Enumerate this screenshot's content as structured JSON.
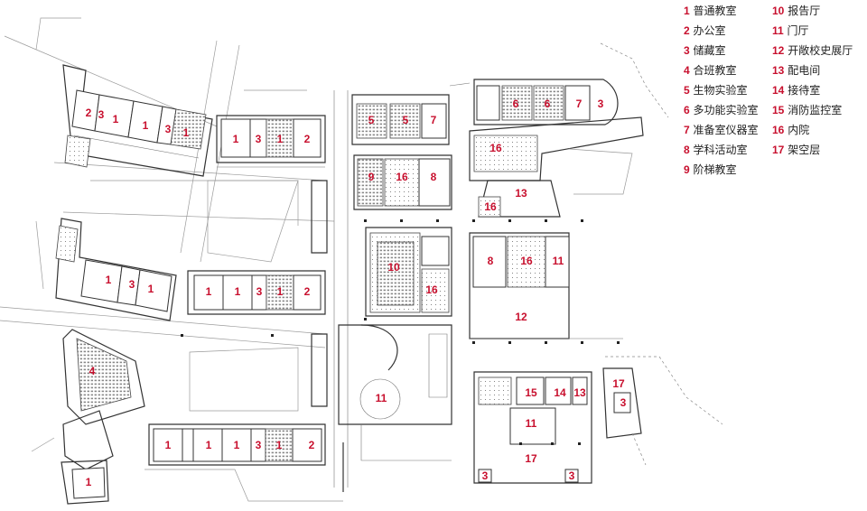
{
  "legend": [
    {
      "num": "1",
      "text": "普通教室"
    },
    {
      "num": "2",
      "text": "办公室"
    },
    {
      "num": "3",
      "text": "储藏室"
    },
    {
      "num": "4",
      "text": "合班教室"
    },
    {
      "num": "5",
      "text": "生物实验室"
    },
    {
      "num": "6",
      "text": "多功能实验室"
    },
    {
      "num": "7",
      "text": "准备室仪器室"
    },
    {
      "num": "8",
      "text": "学科活动室"
    },
    {
      "num": "9",
      "text": "阶梯教室"
    },
    {
      "num": "10",
      "text": "报告厅"
    },
    {
      "num": "11",
      "text": "门厅"
    },
    {
      "num": "12",
      "text": "开敞校史展厅"
    },
    {
      "num": "13",
      "text": "配电间"
    },
    {
      "num": "14",
      "text": "接待室"
    },
    {
      "num": "15",
      "text": "消防监控室"
    },
    {
      "num": "16",
      "text": "内院"
    },
    {
      "num": "17",
      "text": "架空层"
    }
  ],
  "colors": {
    "label": "#c8102e",
    "wall": "#333333",
    "background": "#ffffff"
  },
  "plan_labels": {
    "w1_2": "2",
    "w1_3": "3",
    "w1_1a": "1",
    "w1_1b": "1",
    "w1_3b": "3",
    "w1_1c": "1",
    "r1_1a": "1",
    "r1_3": "3",
    "r1_1b": "1",
    "r1_2": "2",
    "w2_1a": "1",
    "w2_3": "3",
    "w2_1b": "1",
    "r2_1a": "1",
    "r2_1b": "1",
    "r2_3": "3",
    "r2_1c": "1",
    "r2_2": "2",
    "w3_4": "4",
    "w3_1": "1",
    "r3_1a": "1",
    "r3_1b": "1",
    "r3_1c": "1",
    "r3_3": "3",
    "r3_1d": "1",
    "r3_2": "2",
    "c_5a": "5",
    "c_5b": "5",
    "c_7": "7",
    "c_9": "9",
    "c_16a": "16",
    "c_8": "8",
    "c_10": "10",
    "c_16b": "16",
    "c_11": "11",
    "e_6a": "6",
    "e_6b": "6",
    "e_7": "7",
    "e_3": "3",
    "e_16a": "16",
    "e_13": "13",
    "e_16b": "16",
    "e_8": "8",
    "e_16c": "16",
    "e_11": "11",
    "e_12": "12",
    "s_15": "15",
    "s_14": "14",
    "s_13": "13",
    "s_11": "11",
    "s_17": "17",
    "s_3a": "3",
    "s_3b": "3",
    "se_17": "17",
    "se_3": "3"
  }
}
